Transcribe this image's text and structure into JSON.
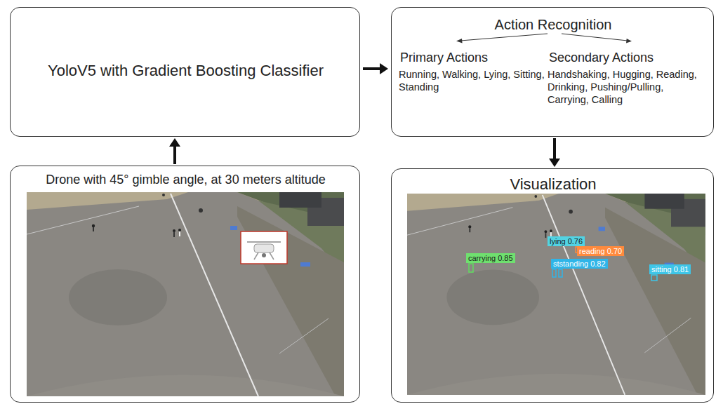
{
  "diagram": {
    "nodes": [
      {
        "text": [
          "YoloV5 with Gradient Boosting Classifier"
        ]
      },
      {
        "text": [
          "Action Recognition",
          "Primary Actions",
          "Running, Walking, Lying, Sitting, Standing",
          "Secondary Actions",
          "Handshaking, Hugging, Reading, Drinking, Pushing/Pulling, Carrying, Calling"
        ]
      },
      {
        "text": [
          "Drone with 45° gimble angle, at 30 meters altitude"
        ]
      },
      {
        "text": [
          "Visualization"
        ]
      }
    ],
    "edges": [
      {
        "from": 2,
        "to": 0,
        "arrow": "to"
      },
      {
        "from": 0,
        "to": 1,
        "arrow": "to"
      },
      {
        "from": 1,
        "to": 3,
        "arrow": "to"
      }
    ],
    "labels": [
      "carrying 0.85",
      "lying 0.76",
      "reading 0.70",
      "ststanding 0.82",
      "sitting 0.81"
    ]
  }
}
